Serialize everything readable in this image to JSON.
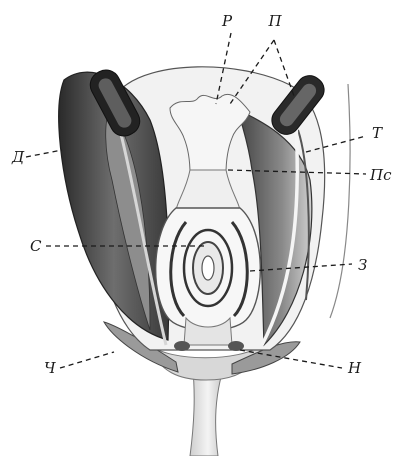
{
  "labels": {
    "p_top": "Р",
    "pi_top": "П",
    "d": "Д",
    "t": "Т",
    "ps": "Пс",
    "s": "С",
    "z": "З",
    "ch": "Ч",
    "n": "Н"
  }
}
